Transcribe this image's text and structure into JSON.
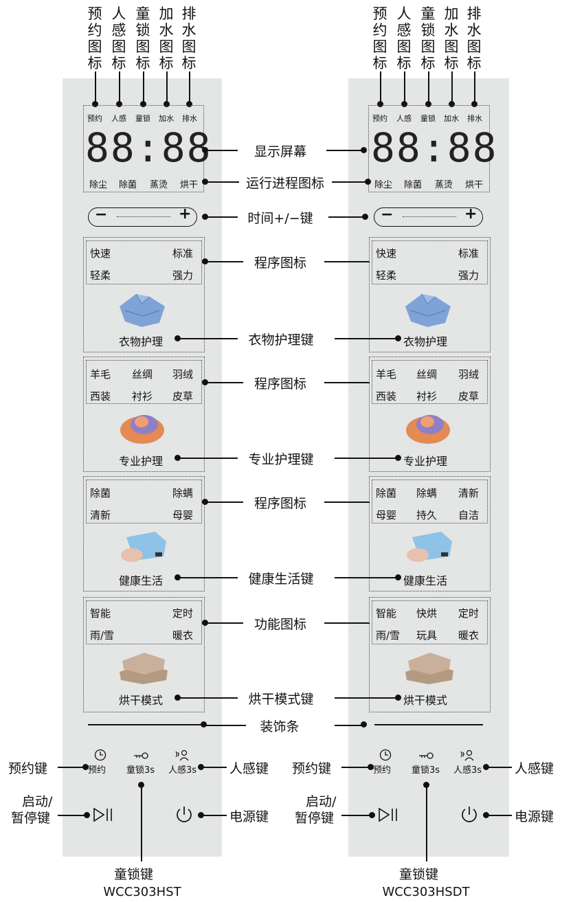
{
  "top_labels": [
    {
      "text": "预约图标"
    },
    {
      "text": "人感图标"
    },
    {
      "text": "童锁图标"
    },
    {
      "text": "加水图标"
    },
    {
      "text": "排水图标"
    }
  ],
  "display_icons": [
    "预约",
    "人感",
    "童锁",
    "加水",
    "排水"
  ],
  "display_digits": "88:88",
  "process_icons": [
    "除尘",
    "除菌",
    "蒸烫",
    "烘干"
  ],
  "center_labels": {
    "display": "显示屏幕",
    "process": "运行进程图标",
    "time": "时间+/−键",
    "prog1": "程序图标",
    "care": "衣物护理键",
    "prog2": "程序图标",
    "pro": "专业护理键",
    "prog3": "程序图标",
    "health": "健康生活键",
    "func": "功能图标",
    "dry": "烘干模式键",
    "deco": "装饰条"
  },
  "time_key": {
    "minus": "−",
    "plus": "+"
  },
  "left_panel": {
    "group1": [
      "快速",
      "标准",
      "轻柔",
      "强力"
    ],
    "group1_key": "衣物护理",
    "group2": [
      "羊毛",
      "丝绸",
      "羽绒",
      "西装",
      "衬衫",
      "皮草"
    ],
    "group2_key": "专业护理",
    "group3": [
      "除菌",
      "除螨",
      "清新",
      "母婴"
    ],
    "group3_key": "健康生活",
    "group4": [
      "智能",
      "定时",
      "雨/雪",
      "暖衣"
    ],
    "group4_key": "烘干模式"
  },
  "right_panel": {
    "group1": [
      "快速",
      "标准",
      "轻柔",
      "强力"
    ],
    "group1_key": "衣物护理",
    "group2": [
      "羊毛",
      "丝绸",
      "羽绒",
      "西装",
      "衬衫",
      "皮草"
    ],
    "group2_key": "专业护理",
    "group3": [
      "除菌",
      "除螨",
      "清新",
      "母婴",
      "持久",
      "自洁"
    ],
    "group3_key": "健康生活",
    "group4": [
      "智能",
      "快烘",
      "定时",
      "雨/雪",
      "玩具",
      "暖衣"
    ],
    "group4_key": "烘干模式"
  },
  "bottom": {
    "yuyue_icon_label": "预约",
    "lock_icon_label": "童锁3s",
    "sense_icon_label": "人感3s",
    "yuyue_key": "预约键",
    "sense_key": "人感键",
    "start_key_line1": "启动/",
    "start_key_line2": "暂停键",
    "power_key": "电源键",
    "lock_key": "童锁键"
  },
  "models": [
    "WCC303HST",
    "WCC303HSDT"
  ],
  "colors": {
    "panel": "#e4e5e5",
    "line": "#111111"
  }
}
